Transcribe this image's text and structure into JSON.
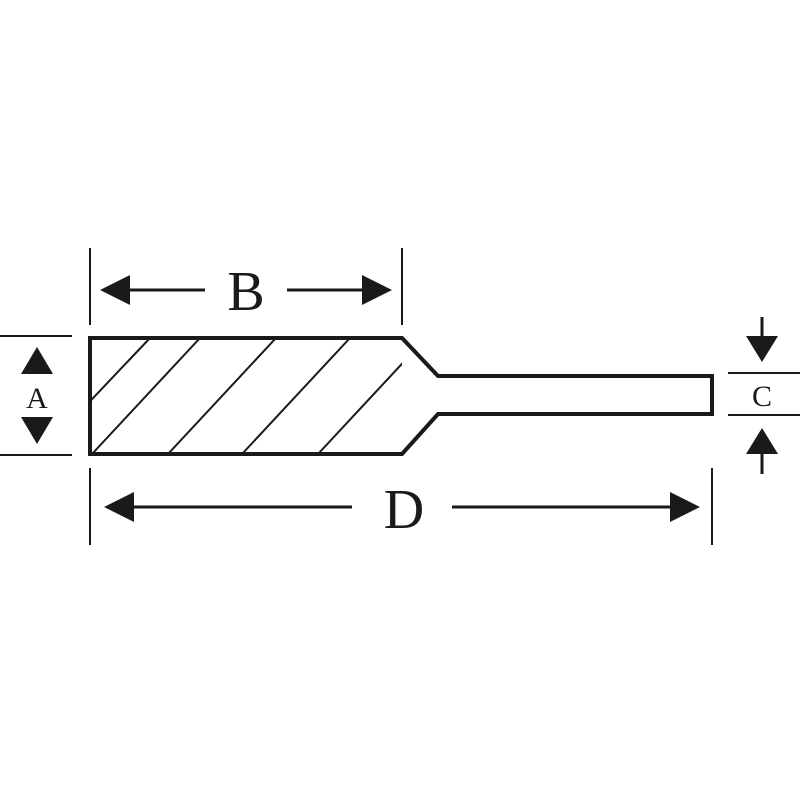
{
  "diagram": {
    "labels": {
      "a": "A",
      "b": "B",
      "c": "C",
      "d": "D"
    },
    "colors": {
      "line": "#1a1a1a",
      "background": "#ffffff"
    }
  }
}
